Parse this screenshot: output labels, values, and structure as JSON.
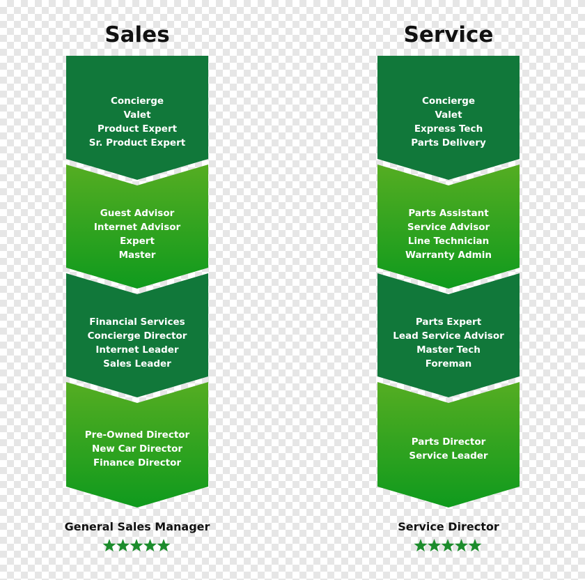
{
  "colors": {
    "dark_green": "#11783a",
    "light_green_top": "#55ad22",
    "light_green_bottom": "#0f9a1d",
    "star_green": "#1c8c2c"
  },
  "sales": {
    "title": "Sales",
    "levels": [
      {
        "tone": "dark",
        "items": [
          "Concierge",
          "Valet",
          "Product Expert",
          "Sr. Product Expert"
        ]
      },
      {
        "tone": "light",
        "items": [
          "Guest Advisor",
          "Internet Advisor",
          "Expert",
          "Master"
        ]
      },
      {
        "tone": "dark",
        "items": [
          "Financial Services",
          "Concierge Director",
          "Internet Leader",
          "Sales Leader"
        ]
      },
      {
        "tone": "light",
        "items": [
          "Pre-Owned Director",
          "New Car Director",
          "Finance Director"
        ]
      }
    ],
    "top_role": "General Sales Manager",
    "stars": 5
  },
  "service": {
    "title": "Service",
    "levels": [
      {
        "tone": "dark",
        "items": [
          "Concierge",
          "Valet",
          "Express Tech",
          "Parts Delivery"
        ]
      },
      {
        "tone": "light",
        "items": [
          "Parts Assistant",
          "Service Advisor",
          "Line Technician",
          "Warranty Admin"
        ]
      },
      {
        "tone": "dark",
        "items": [
          "Parts Expert",
          "Lead Service Advisor",
          "Master Tech",
          "Foreman"
        ]
      },
      {
        "tone": "light",
        "items": [
          "Parts Director",
          "Service Leader"
        ]
      }
    ],
    "top_role": "Service Director",
    "stars": 5
  }
}
